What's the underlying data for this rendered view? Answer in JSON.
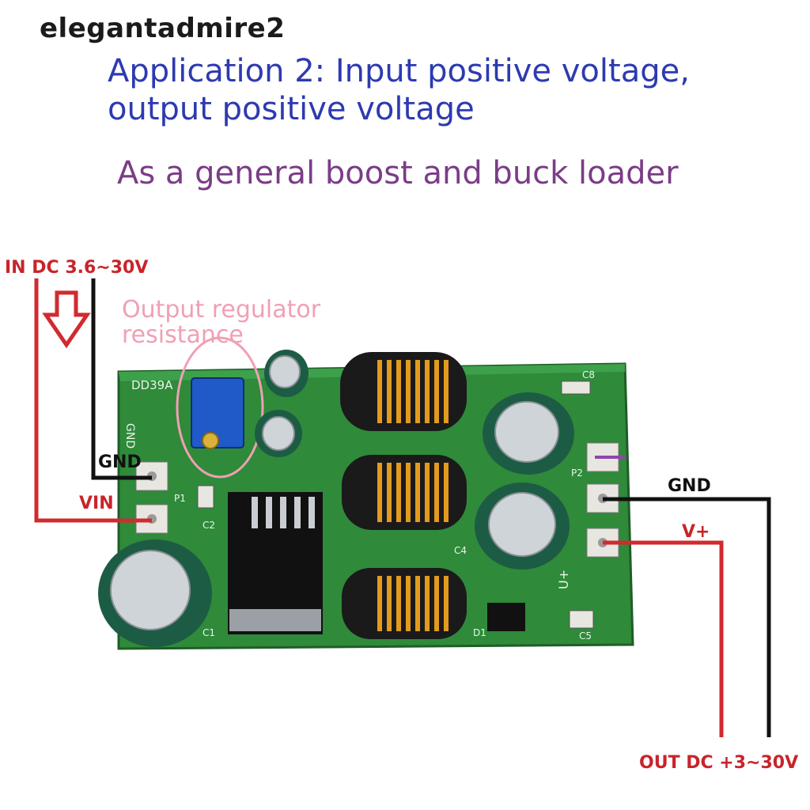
{
  "watermark": "elegantadmire2",
  "heading": {
    "line1": "Application 2: Input positive voltage,",
    "line2": "output positive voltage"
  },
  "subheading": "As a general boost and buck loader",
  "labels": {
    "input_range": "IN DC 3.6~30V",
    "regulator_line1": "Output regulator",
    "regulator_line2": "resistance",
    "in_gnd": "GND",
    "vin": "VIN",
    "out_gnd": "GND",
    "v_plus": "V+",
    "output_range": "OUT DC +3~30V"
  },
  "board_silkscreen": {
    "model": "DD39A",
    "gnd": "GND",
    "p1": "P1",
    "p2": "P2",
    "c1": "C1",
    "c2": "C2",
    "c4": "C4",
    "c5": "C5",
    "c8": "C8",
    "d1": "D1",
    "u_plus": "U+"
  },
  "colors": {
    "board": "#2f8a3a",
    "wire_red": "#d12a2f",
    "wire_black": "#111111",
    "heading_blue": "#2d3ab0",
    "subheading_purple": "#7a3d86",
    "annotation_pink": "#f0a0b4"
  }
}
